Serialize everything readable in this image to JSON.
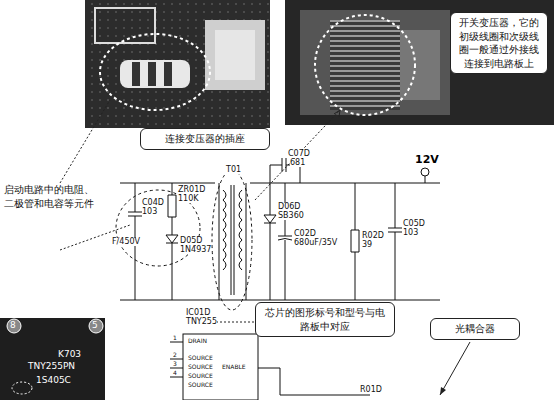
{
  "diagram": {
    "nodes": [
      {
        "text": [
          "开关变压器，它的初级线圈和次级线圈一般通过外接线连接到电路板上"
        ]
      },
      {
        "text": [
          "连接变压器的插座"
        ]
      },
      {
        "text": [
          "芯片的图形标号和型号与电路板中对应"
        ]
      },
      {
        "text": [
          "光耦合器"
        ]
      }
    ],
    "labels": [
      "C07D",
      "681",
      "12V",
      "T01",
      "D06D",
      "SB360",
      "C04D",
      "103",
      "ZR01D",
      "110K",
      "D05D",
      "1N4937",
      "F/450V",
      "C02D",
      "680uF/35V",
      "R02D",
      "39",
      "C05D",
      "103",
      "IC01D",
      "TNY255",
      "DRAIN",
      "SOURCE",
      "SOURCE",
      "SOURCE",
      "SOURCE",
      "ENABLE",
      "1",
      "2",
      "3",
      "4",
      "R01D",
      "8",
      "5",
      "K703",
      "TNY255PN",
      "1S405C",
      "启动电路中的电阻、二极管和电容等元件"
    ]
  }
}
